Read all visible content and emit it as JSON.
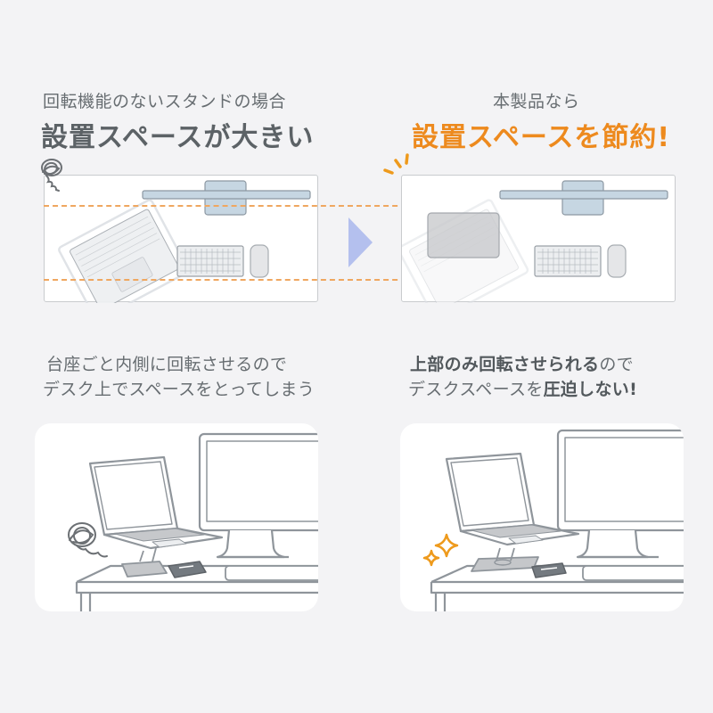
{
  "left_column": {
    "subtitle": "回転機能のないスタンドの場合",
    "headline": "設置スペースが大きい",
    "caption_line1": "台座ごと内側に回転させるので",
    "caption_line2": "デスク上でスペースをとってしまう"
  },
  "right_column": {
    "subtitle": "本製品なら",
    "headline": "設置スペースを節約!",
    "caption_line1_bold": "上部のみ回転させられる",
    "caption_line1_rest": "ので",
    "caption_line2_normal": "デスクスペースを",
    "caption_line2_bold": "圧迫しない!"
  },
  "icons": {
    "left_top": "tangled-scribble-icon",
    "arrow": "right-triangle-arrow-icon",
    "right_top": "sparkle-lines-icon",
    "left_bottom": "tangled-scribble-icon",
    "right_bottom": "sparkle-stars-icon"
  },
  "colors": {
    "background": "#f3f3f5",
    "accent_orange": "#ed8a1e",
    "dashed_line": "#efa760",
    "arrow_blue": "#b4c0ee",
    "text_gray": "#5c6266",
    "monitor_blue": "#c6d6e2"
  }
}
